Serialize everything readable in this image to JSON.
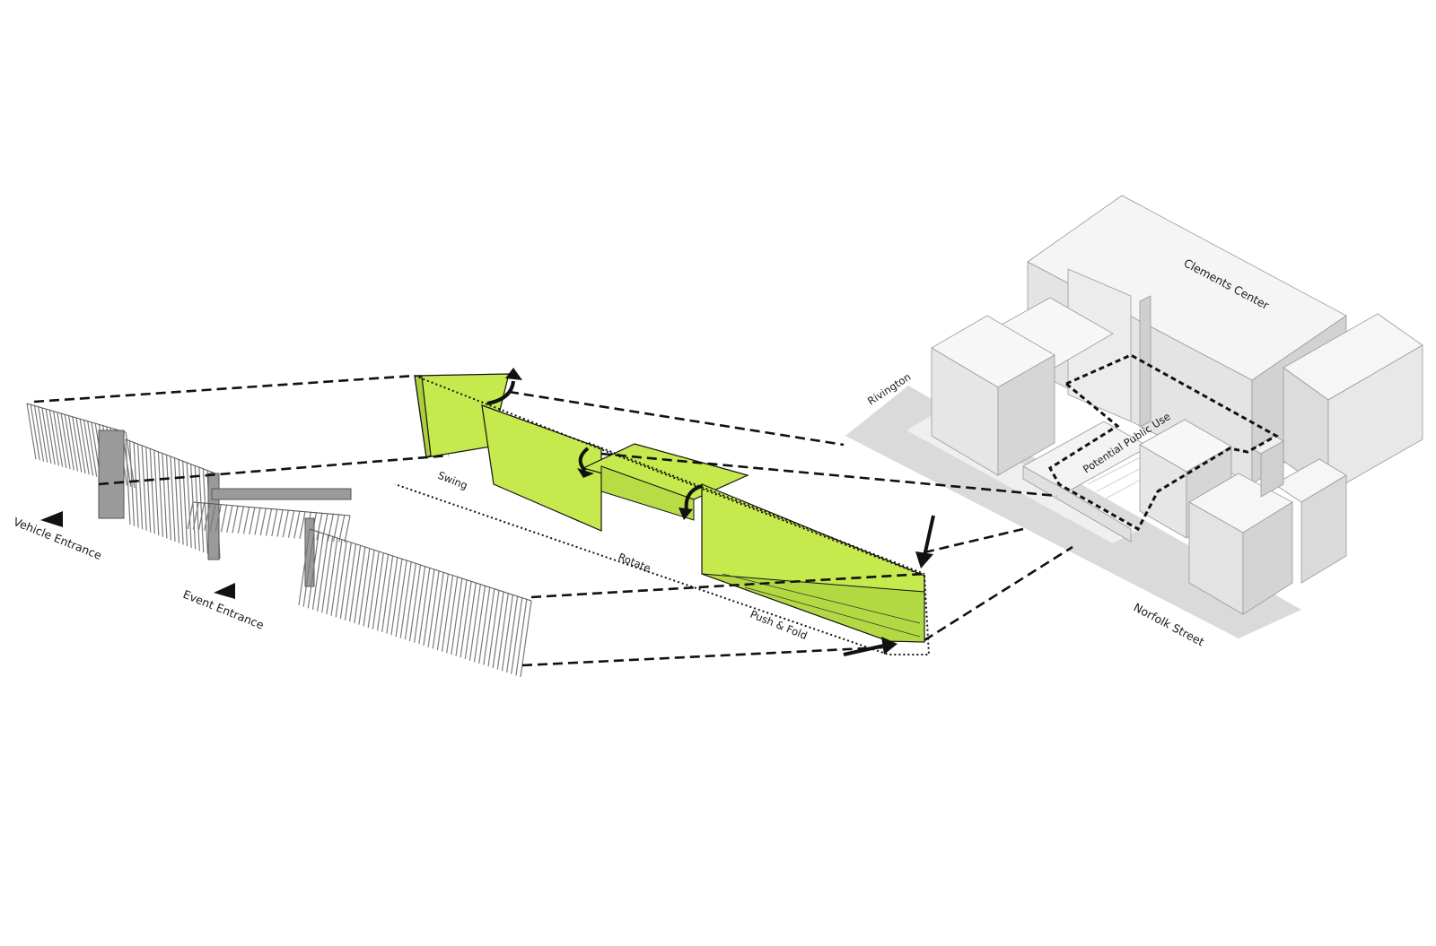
{
  "labels": {
    "vehicle_entrance": "Vehicle Entrance",
    "event_entrance": "Event Entrance",
    "swing": "Swing",
    "rotate": "Rotate",
    "push_fold": "Push & Fold",
    "rivington": "Rivington",
    "clements_center": "Clements Center",
    "potential_public_use": "Potential Public Use",
    "norfolk_street": "Norfolk Street"
  },
  "colors": {
    "panel_green": "#c5e84d",
    "panel_green_shade": "#a9cf3a",
    "fence_gray": "#7a7a7a",
    "building_face_light": "#f4f4f4",
    "building_face_mid": "#e2e2e2",
    "building_face_dark": "#cfcfcf",
    "ground_shadow": "#d9d9d9",
    "line_black": "#111111"
  }
}
